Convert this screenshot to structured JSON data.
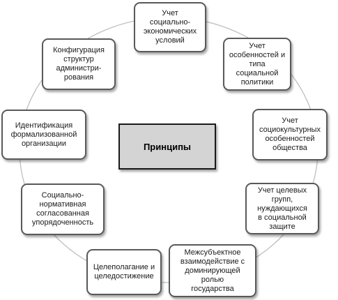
{
  "center": {
    "label": "Принципы"
  },
  "nodes": [
    {
      "id": "n1",
      "label": "Учет\nсоциально-\nэкономических\nусловий"
    },
    {
      "id": "n2",
      "label": "Учет\nособенностей и\nтипа\nсоциальной\nполитики"
    },
    {
      "id": "n3",
      "label": "Учет\nсоциокультурных\nособенностей\nобщества"
    },
    {
      "id": "n4",
      "label": "Учет целевых\nгрупп,\nнуждающихся\nв социальной\nзащите"
    },
    {
      "id": "n5",
      "label": "Межсубъектное\nвзаимодействие с\nдоминирующей\nролью\nгосударства"
    },
    {
      "id": "n6",
      "label": "Целеполагание и\nцеледостижение"
    },
    {
      "id": "n7",
      "label": "Социально-\nнормативная\nсогласованная\nупорядоченность"
    },
    {
      "id": "n8",
      "label": "Идентификация\nформализованной\nорганизации"
    },
    {
      "id": "n9",
      "label": "Конфигурация\nструктур\nадминистри-\nрования"
    }
  ],
  "colors": {
    "ring": "#bfbfbf",
    "box_border": "#595959",
    "center_fill": "#d4d4d4"
  }
}
